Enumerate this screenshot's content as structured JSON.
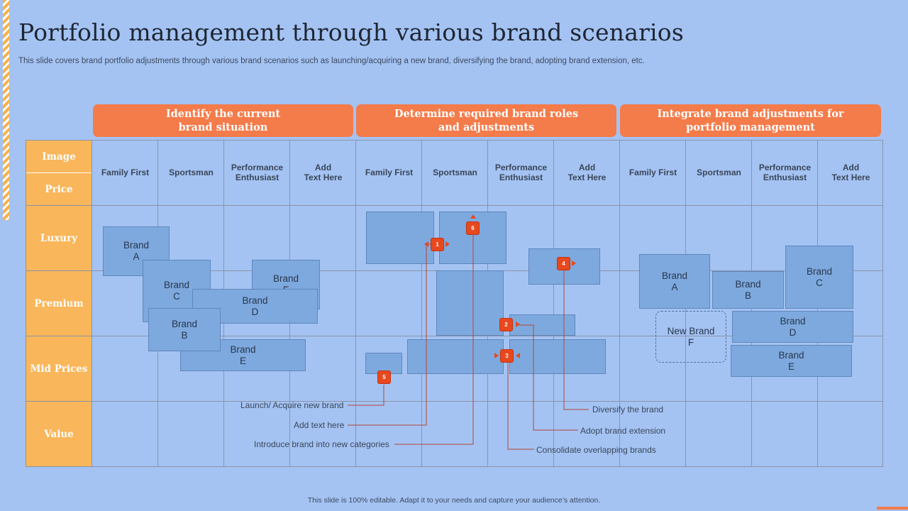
{
  "title": "Portfolio management through various brand scenarios",
  "subtitle": "This slide covers brand portfolio adjustments through various brand scenarios such as launching/acquiring a new brand, diversifying the brand, adopting brand extension, etc.",
  "footer": "This slide is 100% editable.  Adapt it to your needs and capture your audience’s attention.",
  "phases": [
    "Identify the current\nbrand situation",
    "Determine required brand roles\nand adjustments",
    "Integrate brand adjustments for\nportfolio management"
  ],
  "row_headers": [
    "Image",
    "Price",
    "Luxury",
    "Premium",
    "Mid Prices",
    "Value"
  ],
  "columns": [
    "Family First",
    "Sportsman",
    "Performance\nEnthusiast",
    "Add\nText Here"
  ],
  "section1_brands": {
    "a": "Brand\nA",
    "c": "Brand\nC",
    "f": "Brand\nF",
    "d": "Brand\nD",
    "b": "Brand\nB",
    "e": "Brand\nE"
  },
  "section3_brands": {
    "a": "Brand\nA",
    "b": "Brand\nB",
    "c": "Brand\nC",
    "new_f": "New Brand\nF",
    "d": "Brand\nD",
    "e": "Brand\nE"
  },
  "markers": [
    "1",
    "2",
    "3",
    "4",
    "5",
    "6"
  ],
  "callouts": {
    "launch": "Launch/ Acquire new brand",
    "add_text": "Add text here",
    "introduce": "Introduce brand into new categories",
    "diversify": "Diversify the brand",
    "adopt": "Adopt brand extension",
    "consolidate": "Consolidate overlapping brands"
  },
  "colors": {
    "background": "#a4c3f3",
    "phase_orange": "#f47b4a",
    "row_header": "#f9b65a",
    "brand_box": "#7ea9de",
    "marker_red": "#e8481e"
  }
}
